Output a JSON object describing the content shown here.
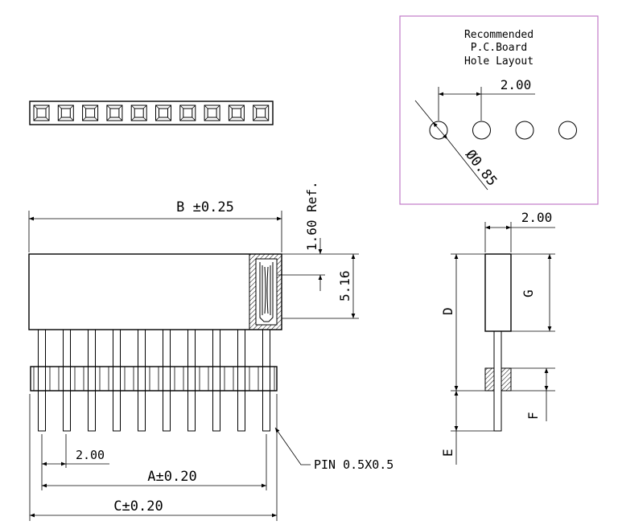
{
  "pcb_layout": {
    "title_line1": "Recommended",
    "title_line2": "P.C.Board",
    "title_line3": "Hole Layout",
    "pitch": "2.00",
    "hole_diameter": "Ø0.85",
    "hole_count": 4,
    "border_color": "#c07ac7"
  },
  "top_view": {
    "contact_count": 10
  },
  "front_view": {
    "pin_count": 10,
    "dim_B": "B ±0.25",
    "dim_ref": "1.60  Ref.",
    "dim_height": "5.16",
    "dim_pitch": "2.00",
    "dim_A": "A±0.20",
    "dim_C": "C±0.20",
    "pin_label": "PIN  0.5X0.5"
  },
  "side_view": {
    "dim_width": "2.00",
    "dim_D": "D",
    "dim_G": "G",
    "dim_E": "E",
    "dim_F": "F"
  }
}
